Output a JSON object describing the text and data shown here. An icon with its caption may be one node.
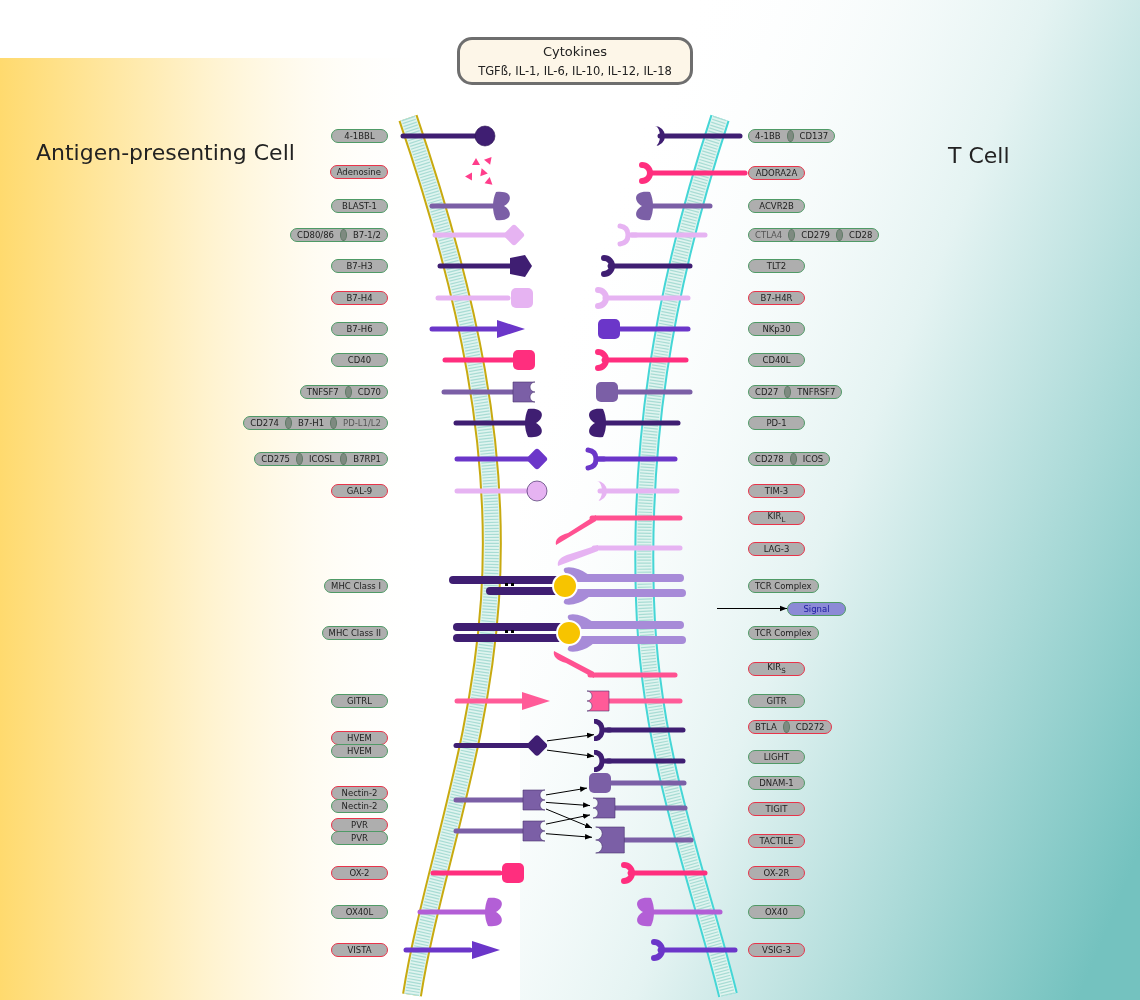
{
  "diagram": {
    "nodes": [
      {
        "text": [
          "Cytokines",
          "TGFß, IL-1, IL-6, IL-10, IL-12, IL-18"
        ]
      },
      {
        "text": [
          "4-1BBL"
        ]
      },
      {
        "text": [
          "Adenosine"
        ]
      },
      {
        "text": [
          "BLAST-1"
        ]
      },
      {
        "text": [
          "CD80/86",
          "B7-1/2"
        ]
      },
      {
        "text": [
          "B7-H3"
        ]
      },
      {
        "text": [
          "B7-H4"
        ]
      },
      {
        "text": [
          "B7-H6"
        ]
      },
      {
        "text": [
          "CD40"
        ]
      },
      {
        "text": [
          "TNFSF7",
          "CD70"
        ]
      },
      {
        "text": [
          "CD274",
          "B7-H1",
          "PD-L1/L2"
        ]
      },
      {
        "text": [
          "CD275",
          "ICOSL",
          "B7RP1"
        ]
      },
      {
        "text": [
          "GAL-9"
        ]
      },
      {
        "text": [
          "MHC Class I"
        ]
      },
      {
        "text": [
          "MHC Class II"
        ]
      },
      {
        "text": [
          "GITRL"
        ]
      },
      {
        "text": [
          "HVEM"
        ]
      },
      {
        "text": [
          "HVEM"
        ]
      },
      {
        "text": [
          "Nectin-2"
        ]
      },
      {
        "text": [
          "Nectin-2"
        ]
      },
      {
        "text": [
          "PVR"
        ]
      },
      {
        "text": [
          "PVR"
        ]
      },
      {
        "text": [
          "OX-2"
        ]
      },
      {
        "text": [
          "OX40L"
        ]
      },
      {
        "text": [
          "VISTA"
        ]
      },
      {
        "text": [
          "4-1BB",
          "CD137"
        ]
      },
      {
        "text": [
          "ADORA2A"
        ]
      },
      {
        "text": [
          "ACVR2B"
        ]
      },
      {
        "text": [
          "CTLA4",
          "CD279",
          "CD28"
        ]
      },
      {
        "text": [
          "TLT2"
        ]
      },
      {
        "text": [
          "B7-H4R"
        ]
      },
      {
        "text": [
          "NKp30"
        ]
      },
      {
        "text": [
          "CD40L"
        ]
      },
      {
        "text": [
          "CD27",
          "TNFRSF7"
        ]
      },
      {
        "text": [
          "PD-1"
        ]
      },
      {
        "text": [
          "CD278",
          "ICOS"
        ]
      },
      {
        "text": [
          "TIM-3"
        ]
      },
      {
        "text": [
          "KIR$_{L}$"
        ]
      },
      {
        "text": [
          "LAG-3"
        ]
      },
      {
        "text": [
          "TCR Complex"
        ]
      },
      {
        "text": [
          "Signal"
        ]
      },
      {
        "text": [
          "TCR Complex"
        ]
      },
      {
        "text": [
          "KIR$_{S}$"
        ]
      },
      {
        "text": [
          "GITR"
        ]
      },
      {
        "text": [
          "BTLA",
          "CD272"
        ]
      },
      {
        "text": [
          "LIGHT"
        ]
      },
      {
        "text": [
          "DNAM-1"
        ]
      },
      {
        "text": [
          "TIGIT"
        ]
      },
      {
        "text": [
          "TACTILE"
        ]
      },
      {
        "text": [
          "OX-2R"
        ]
      },
      {
        "text": [
          "OX40"
        ]
      },
      {
        "text": [
          "VSIG-3"
        ]
      },
      {
        "text": [],
        "shape": "picture"
      },
      {
        "text": [],
        "shape": "picture"
      },
      {
        "text": [],
        "shape": "picture"
      },
      {
        "text": [],
        "shape": "picture"
      },
      {
        "text": [],
        "shape": "picture"
      },
      {
        "text": [],
        "shape": "picture"
      },
      {
        "text": [],
        "shape": "picture"
      },
      {
        "text": [],
        "shape": "picture"
      }
    ],
    "edges": [
      {
        "from": null,
        "to": 40,
        "arrow": "to"
      },
      {
        "from": 52,
        "to": 53,
        "arrow": "to"
      },
      {
        "from": 52,
        "to": 54,
        "arrow": "to"
      },
      {
        "from": 55,
        "to": 57,
        "arrow": "to"
      },
      {
        "from": 55,
        "to": 58,
        "arrow": "to"
      },
      {
        "from": 55,
        "to": 59,
        "arrow": "to"
      },
      {
        "from": 56,
        "to": 58,
        "arrow": "to"
      },
      {
        "from": 56,
        "to": 59,
        "arrow": "to"
      }
    ],
    "labels": [
      "Antigen-presenting Cell",
      "T Cell"
    ]
  }
}
